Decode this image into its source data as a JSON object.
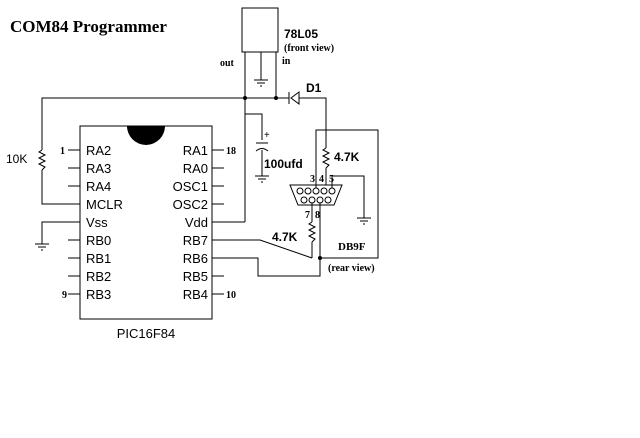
{
  "title": "COM84 Programmer",
  "chip": {
    "name": "PIC16F84",
    "left_pins": [
      "RA2",
      "RA3",
      "RA4",
      "MCLR",
      "Vss",
      "RB0",
      "RB1",
      "RB2",
      "RB3"
    ],
    "right_pins": [
      "RA1",
      "RA0",
      "OSC1",
      "OSC2",
      "Vdd",
      "RB7",
      "RB6",
      "RB5",
      "RB4"
    ],
    "pin_num_top_left": "1",
    "pin_num_top_right": "18",
    "pin_num_bottom_left": "9",
    "pin_num_bottom_right": "10"
  },
  "regulator": {
    "part": "78L05",
    "view": "(front view)",
    "out_label": "out",
    "in_label": "in"
  },
  "diode": {
    "label": "D1"
  },
  "capacitor": {
    "label": "100ufd"
  },
  "resistors": {
    "mclr_pullup": "10K",
    "upper": "4.7K",
    "lower": "4.7K"
  },
  "connector": {
    "name": "DB9F",
    "view": "(rear view)",
    "pins_top": [
      "3",
      "4",
      "5"
    ],
    "pins_bottom": [
      "7",
      "8"
    ]
  }
}
